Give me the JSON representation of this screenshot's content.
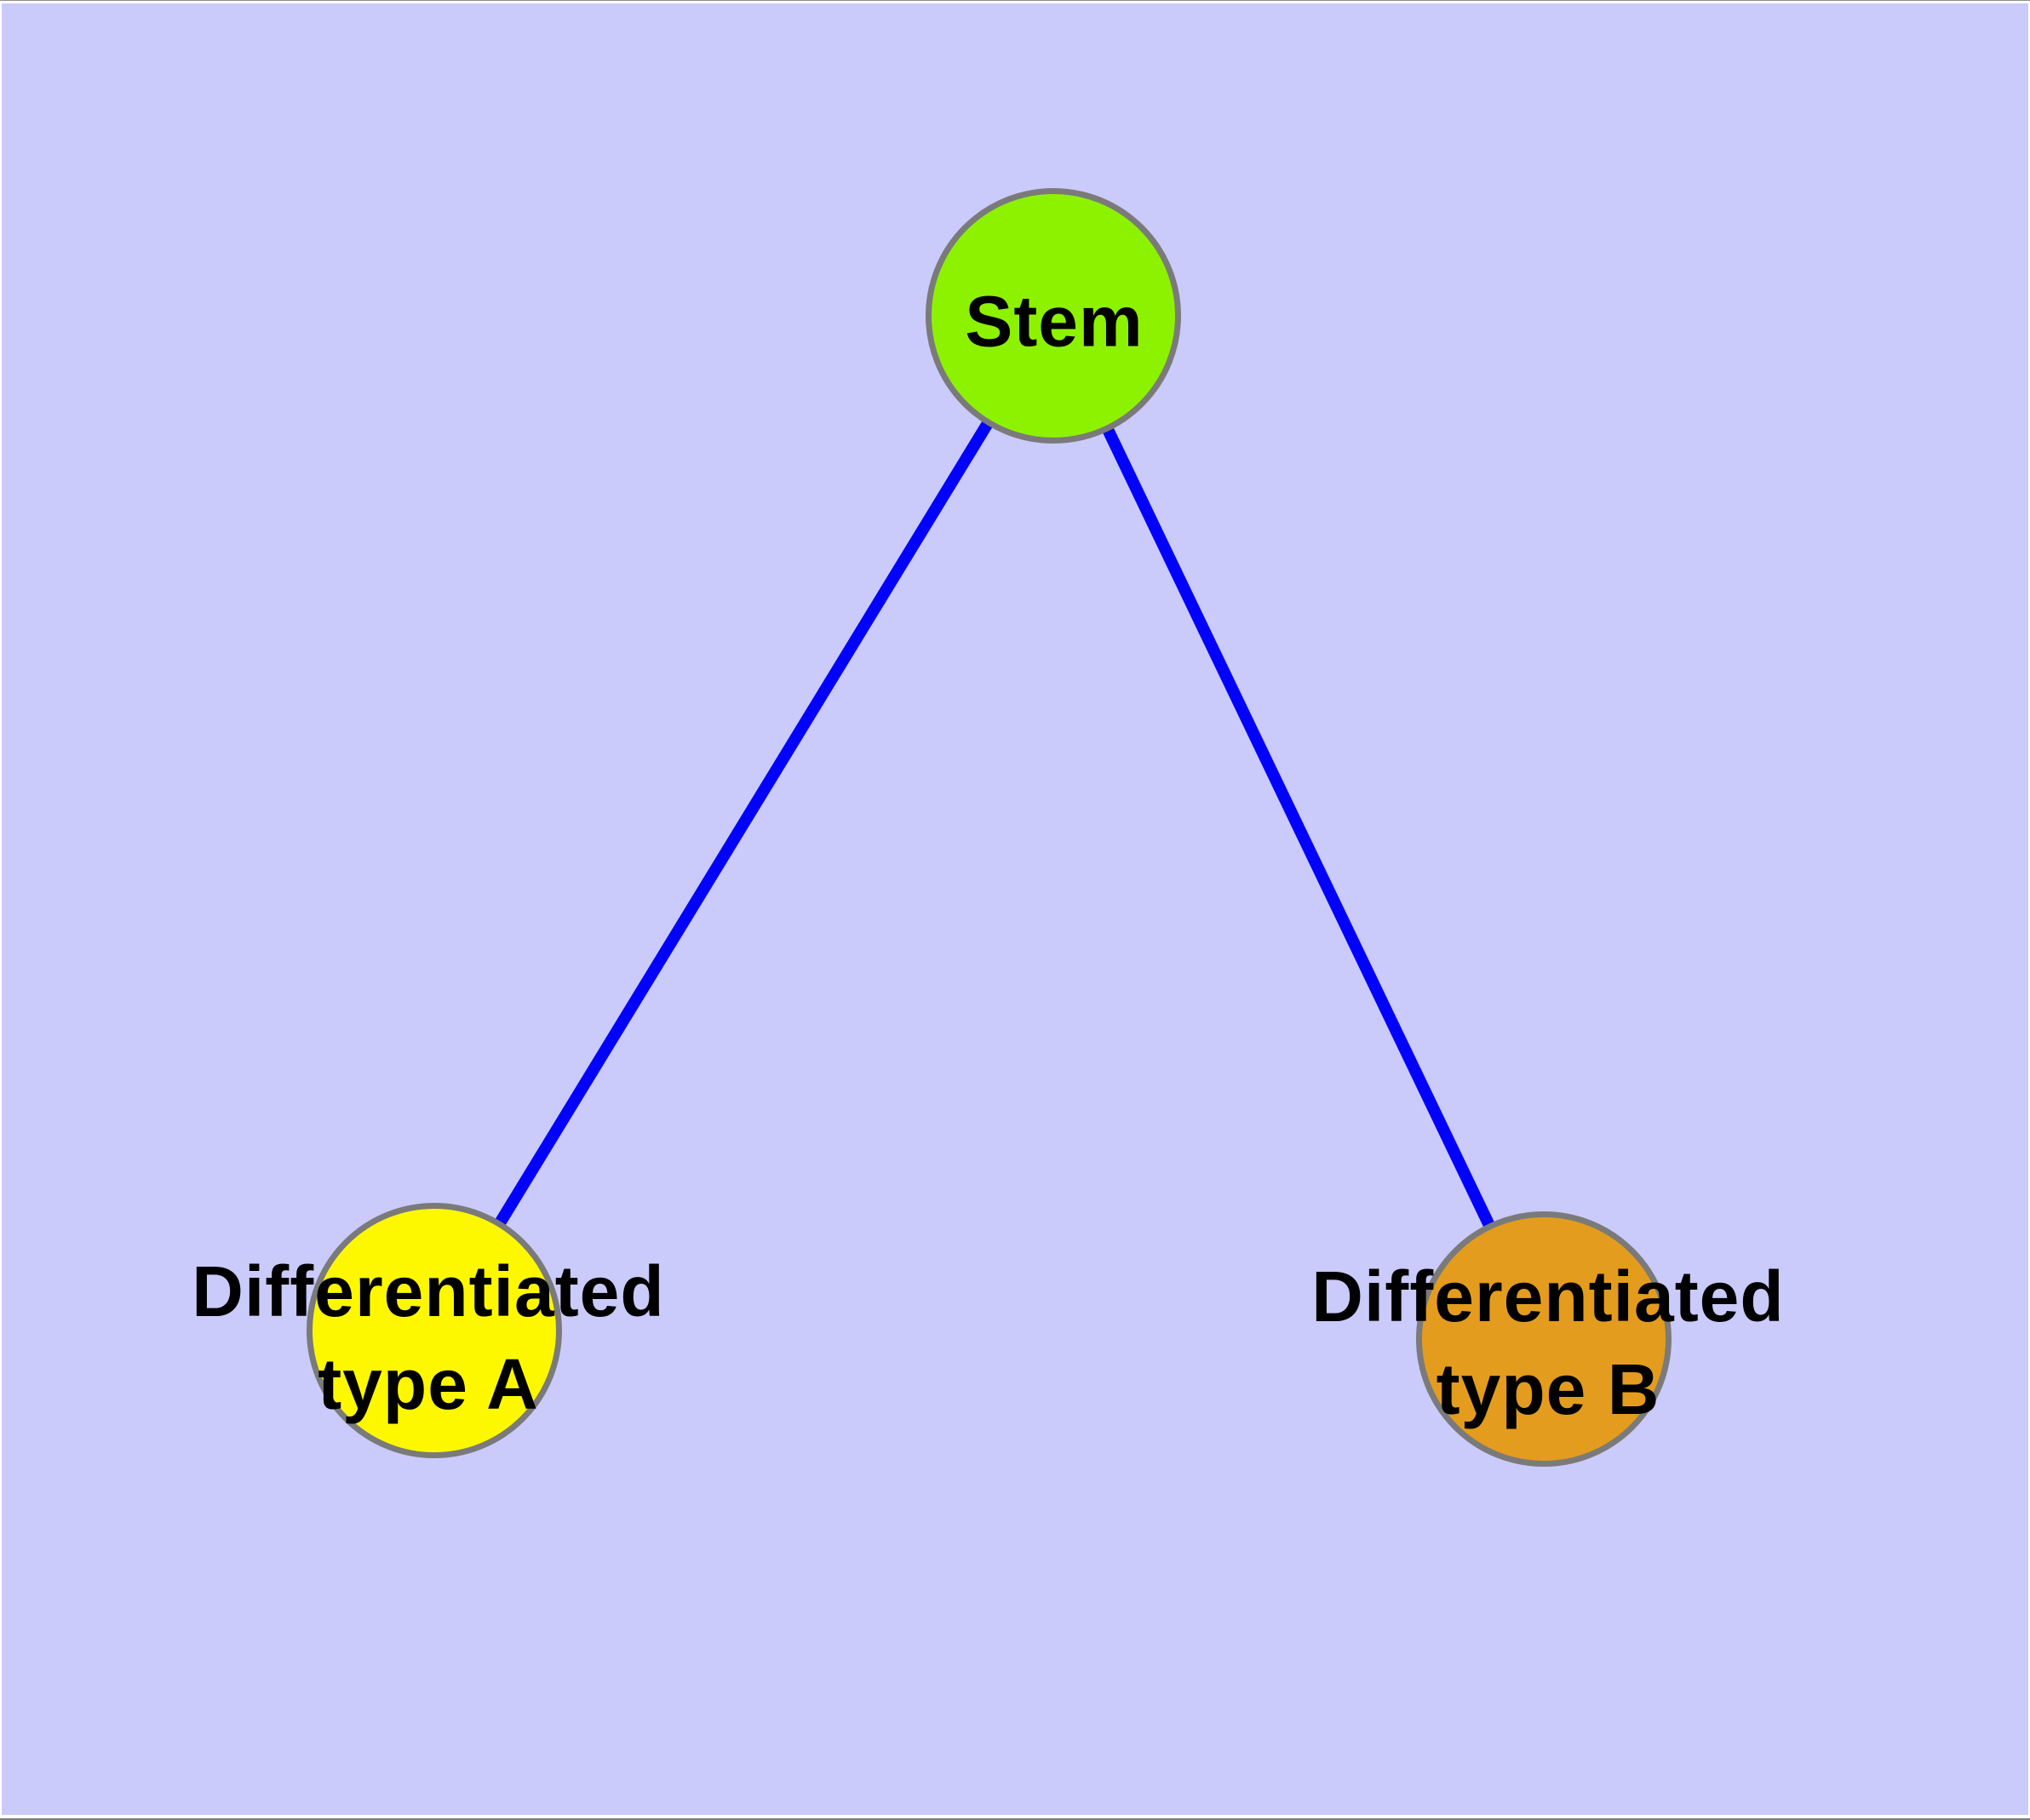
{
  "canvas": {
    "background_color": "#cacafb",
    "frame_color": "#ffffff",
    "frame_rule_color": "#8f8f8f"
  },
  "graph": {
    "type": "node-link-diagram",
    "nodes": [
      {
        "id": "stem",
        "lines": [
          "Stem"
        ],
        "fill_color": "#8df200",
        "border_color": "#7a7a7a",
        "label_color": "#000000"
      },
      {
        "id": "differentiated-type-a",
        "lines": [
          "Differentiated",
          "type A"
        ],
        "fill_color": "#fdf800",
        "border_color": "#7a7a7a",
        "label_color": "#000000"
      },
      {
        "id": "differentiated-type-b",
        "lines": [
          "Differentiated",
          "type B"
        ],
        "fill_color": "#e49c1e",
        "border_color": "#7a7a7a",
        "label_color": "#000000"
      }
    ],
    "edges": [
      {
        "from": "stem",
        "to": "differentiated-type-a",
        "color": "#0202fc"
      },
      {
        "from": "stem",
        "to": "differentiated-type-b",
        "color": "#0202fc"
      }
    ]
  }
}
